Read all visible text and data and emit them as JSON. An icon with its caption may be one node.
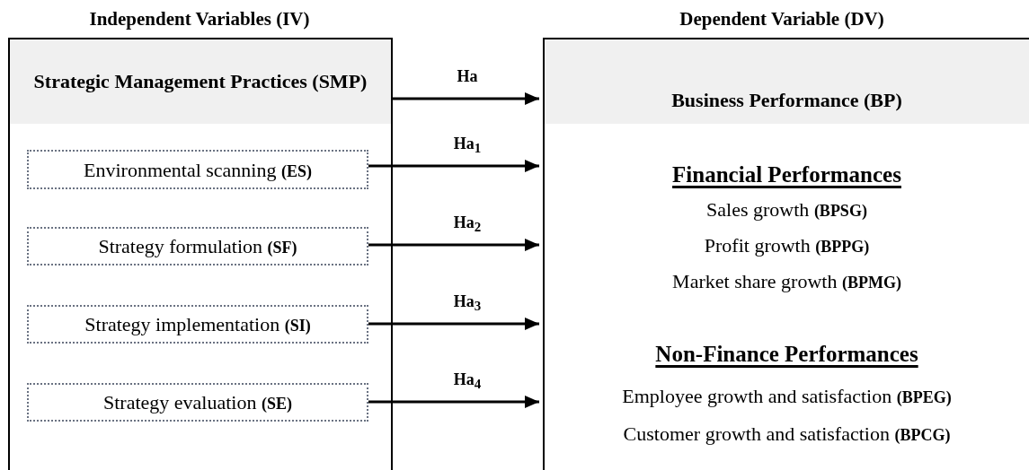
{
  "diagram": {
    "nodes": [
      {
        "text": [
          "Strategic Management Practices (SMP)"
        ]
      },
      {
        "text": [
          "Environmental scanning **(ES)**"
        ],
        "in": 0
      },
      {
        "text": [
          "Strategy formulation **(SF)**"
        ],
        "in": 0
      },
      {
        "text": [
          "Strategy implementation **(SI)**"
        ],
        "in": 0
      },
      {
        "text": [
          "Strategy evaluation **(SE)**"
        ],
        "in": 0
      },
      {
        "text": [
          "Business Performance (BP)",
          "Financial Performances",
          "Sales growth **(BPSG)**",
          "Profit growth **(BPPG)**",
          "Market share growth **(BPMG)**",
          "Non-Finance Performances",
          "Employee growth and satisfaction **(BPEG)**",
          "Customer growth and satisfaction **(BPCG)**"
        ]
      }
    ],
    "edges": [
      {
        "from": 0,
        "to": 5,
        "arrow": "to",
        "label": "Ha"
      },
      {
        "from": 1,
        "to": 5,
        "arrow": "to",
        "label": "Ha$_{1}$"
      },
      {
        "from": 2,
        "to": 5,
        "arrow": "to",
        "label": "Ha$_{2}$"
      },
      {
        "from": 3,
        "to": 5,
        "arrow": "to",
        "label": "Ha$_{3}$"
      },
      {
        "from": 4,
        "to": 5,
        "arrow": "to",
        "label": "Ha$_{4}$"
      }
    ],
    "labels": [
      "Independent Variables (IV)",
      "Dependent Variable (DV)"
    ]
  }
}
